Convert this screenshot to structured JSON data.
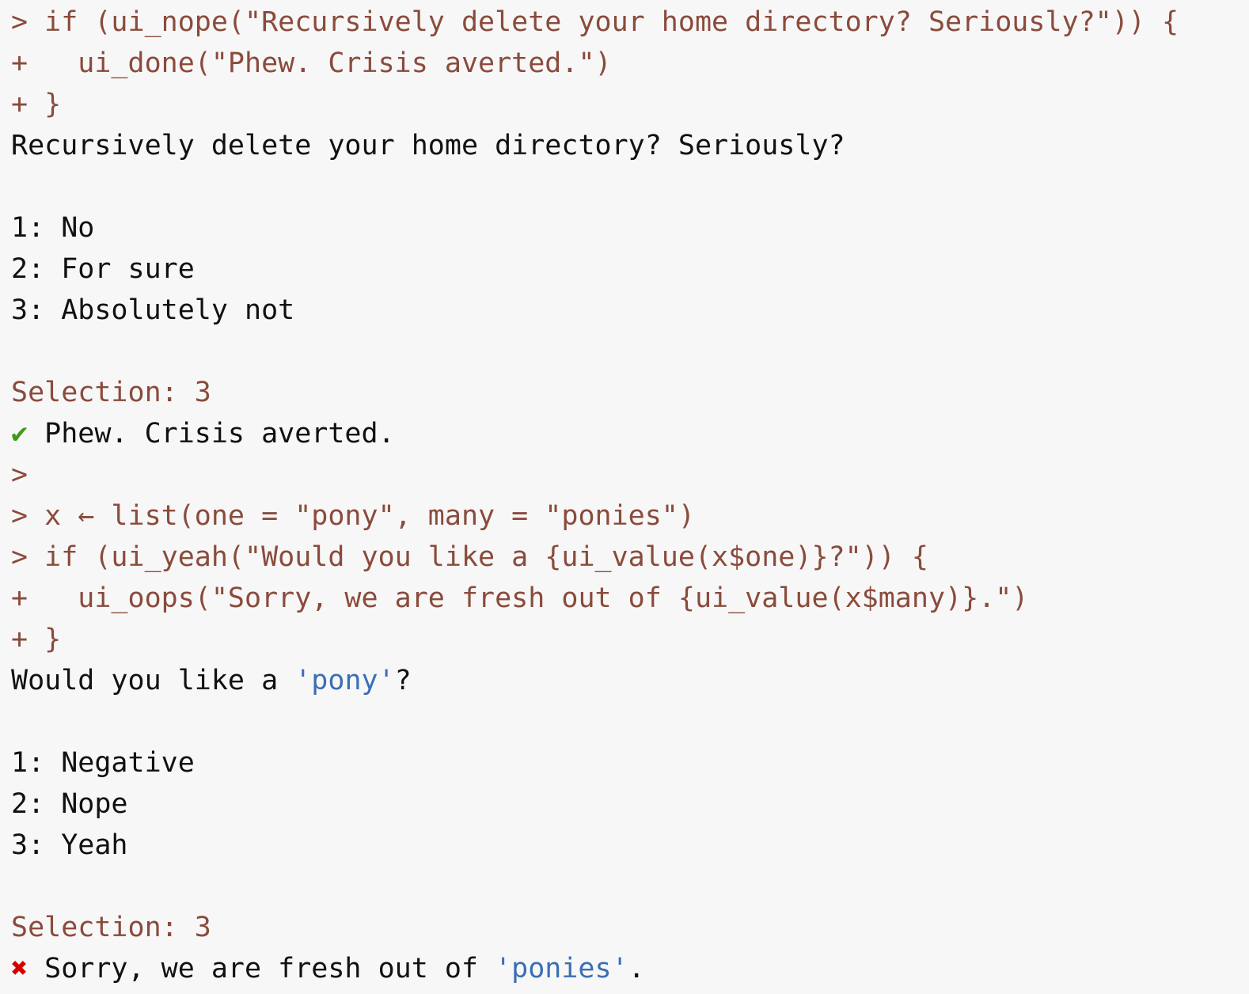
{
  "app": {
    "kind": "r-console",
    "background_color": "#f7f7f7",
    "prompt_color": "#8a4b3c",
    "output_color": "#111111",
    "value_color": "#3a6fb5",
    "success_color": "#3f9a17",
    "error_color": "#d40000"
  },
  "icons": {
    "success_glyph": "✔",
    "error_glyph": "✖"
  },
  "lines": [
    {
      "id": "l01",
      "type": "code",
      "text": "> if (ui_nope(\"Recursively delete your home directory? Seriously?\")) {"
    },
    {
      "id": "l02",
      "type": "code",
      "text": "+   ui_done(\"Phew. Crisis averted.\")"
    },
    {
      "id": "l03",
      "type": "code",
      "text": "+ }"
    },
    {
      "id": "l04",
      "type": "output",
      "text": "Recursively delete your home directory? Seriously?"
    },
    {
      "id": "l05",
      "type": "blank",
      "text": ""
    },
    {
      "id": "l06",
      "type": "output",
      "text": "1: No"
    },
    {
      "id": "l07",
      "type": "output",
      "text": "2: For sure"
    },
    {
      "id": "l08",
      "type": "output",
      "text": "3: Absolutely not"
    },
    {
      "id": "l09",
      "type": "blank",
      "text": ""
    },
    {
      "id": "l10",
      "type": "selection",
      "text": "Selection: 3"
    },
    {
      "id": "l11",
      "type": "status-ok",
      "glyph": "✔",
      "text": " Phew. Crisis averted."
    },
    {
      "id": "l12",
      "type": "code",
      "text": ">"
    },
    {
      "id": "l13",
      "type": "code",
      "text": "> x ← list(one = \"pony\", many = \"ponies\")"
    },
    {
      "id": "l14",
      "type": "code",
      "text": "> if (ui_yeah(\"Would you like a {ui_value(x$one)}?\")) {"
    },
    {
      "id": "l15",
      "type": "code",
      "text": "+   ui_oops(\"Sorry, we are fresh out of {ui_value(x$many)}.\")"
    },
    {
      "id": "l16",
      "type": "code",
      "text": "+ }"
    },
    {
      "id": "l17",
      "type": "mixed-pony",
      "pre": "Would you like a ",
      "value": "'pony'",
      "post": "?"
    },
    {
      "id": "l18",
      "type": "blank",
      "text": ""
    },
    {
      "id": "l19",
      "type": "output",
      "text": "1: Negative"
    },
    {
      "id": "l20",
      "type": "output",
      "text": "2: Nope"
    },
    {
      "id": "l21",
      "type": "output",
      "text": "3: Yeah"
    },
    {
      "id": "l22",
      "type": "blank",
      "text": ""
    },
    {
      "id": "l23",
      "type": "selection",
      "text": "Selection: 3"
    },
    {
      "id": "l24",
      "type": "status-err",
      "glyph": "✖",
      "pre": " Sorry, we are fresh out of ",
      "value": "'ponies'",
      "post": "."
    }
  ],
  "line_texts": {
    "l01": "> if (ui_nope(\"Recursively delete your home directory? Seriously?\")) {",
    "l02": "+   ui_done(\"Phew. Crisis averted.\")",
    "l03": "+ }",
    "l04": "Recursively delete your home directory? Seriously?",
    "l06": "1: No",
    "l07": "2: For sure",
    "l08": "3: Absolutely not",
    "l10": "Selection: 3",
    "l11_glyph": "✔",
    "l11_text": " Phew. Crisis averted.",
    "l12": ">",
    "l13": "> x ← list(one = \"pony\", many = \"ponies\")",
    "l14": "> if (ui_yeah(\"Would you like a {ui_value(x$one)}?\")) {",
    "l15": "+   ui_oops(\"Sorry, we are fresh out of {ui_value(x$many)}.\")",
    "l16": "+ }",
    "l17_pre": "Would you like a ",
    "l17_value": "'pony'",
    "l17_post": "?",
    "l19": "1: Negative",
    "l20": "2: Nope",
    "l21": "3: Yeah",
    "l23": "Selection: 3",
    "l24_glyph": "✖",
    "l24_pre": " Sorry, we are fresh out of ",
    "l24_value": "'ponies'",
    "l24_post": ".",
    "l25_partial": ">"
  }
}
